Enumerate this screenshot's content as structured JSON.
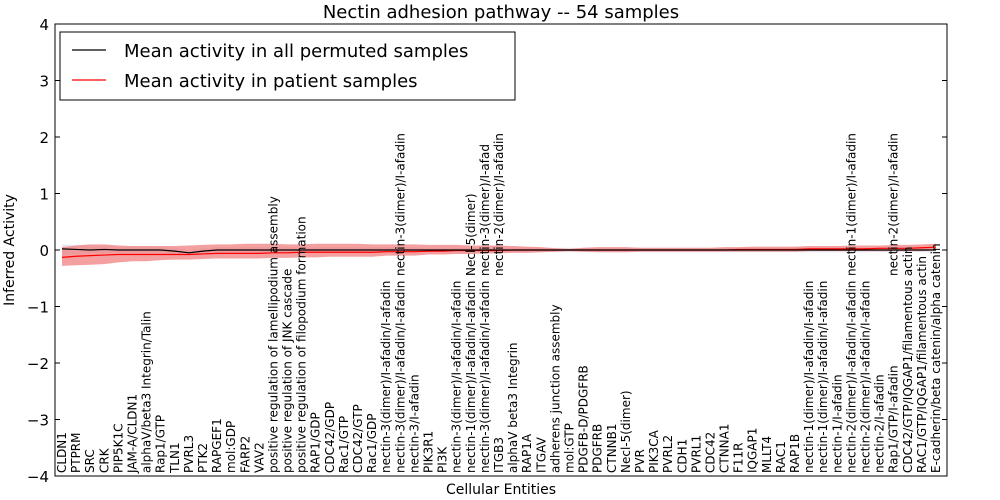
{
  "chart_data": {
    "type": "line",
    "title": "Nectin adhesion pathway -- 54 samples",
    "xlabel": "Cellular Entities",
    "ylabel": "Inferred Activity",
    "ylim": [
      -4,
      4
    ],
    "yticks": [
      -4,
      -3,
      -2,
      -1,
      0,
      1,
      2,
      3,
      4
    ],
    "grid": false,
    "legend_position": "top-left",
    "categories": [
      "CLDN1",
      "PTPRM",
      "SRC",
      "CRK",
      "PIP5K1C",
      "JAM-A/CLDN1",
      "alphaV/beta3 Integrin/Talin",
      "Rap1/GTP",
      "TLN1",
      "PVRL3",
      "PTK2",
      "RAPGEF1",
      "mol:GDP",
      "FARP2",
      "VAV2",
      "positive regulation of lamellipodium assembly",
      "positive regulation of JNK cascade",
      "positive regulation of filopodium formation",
      "RAP1/GDP",
      "CDC42/GDP",
      "Rac1/GTP",
      "CDC42/GTP",
      "Rac1/GDP",
      "nectin-3(dimer)/I-afadin/I-afadin",
      "nectin-3(dimer)/I-afadin/I-afadin",
      "nectin-3/I-afadin",
      "PIK3R1",
      "PI3K",
      "nectin-3(dimer)/I-afadin/I-afadin",
      "nectin-1(dimer)/I-afadin/I-afadin",
      "nectin-3(dimer)/I-afadin/I-afadin",
      "ITGB3",
      "alphaV beta3 Integrin",
      "RAP1A",
      "ITGAV",
      "adherens junction assembly",
      "mol:GTP",
      "PDGFB-D/PDGFRB",
      "PDGFRB",
      "CTNNB1",
      "Necl-5(dimer)",
      "PVR",
      "PIK3CA",
      "PVRL2",
      "CDH1",
      "PVRL1",
      "CDC42",
      "CTNNA1",
      "F11R",
      "IQGAP1",
      "MLLT4",
      "RAC1",
      "RAP1B",
      "nectin-1(dimer)/I-afadin/I-afadin",
      "nectin-1(dimer)/I-afadin/I-afadin",
      "nectin-1/I-afadin",
      "nectin-2(dimer)/I-afadin/I-afadin",
      "nectin-2(dimer)/I-afadin/I-afadin",
      "nectin-2/I-afadin",
      "Rap1/GTP/I-afadin",
      "CDC42/GTP/IQGAP1/filamentous actin",
      "RAC1/GTP/IQGAP1/filamentous actin",
      "E-cadherin/beta catenin/alpha catenin"
    ],
    "upper_labels": [
      {
        "index": 24,
        "text": "nectin-3(dimer)/I-afadin"
      },
      {
        "index": 29,
        "text": "Necl-5(dimer)"
      },
      {
        "index": 30,
        "text": "nectin-3(dimer)/I-afad"
      },
      {
        "index": 31,
        "text": "nectin-2(dimer)/I-afadin"
      },
      {
        "index": 56,
        "text": "nectin-1(dimer)/I-afadin"
      },
      {
        "index": 59,
        "text": "nectin-2(dimer)/I-afadin"
      }
    ],
    "series": [
      {
        "name": "Mean activity in all permuted samples",
        "color": "#000000",
        "values": [
          0.02,
          0.01,
          0.0,
          0.01,
          0.0,
          0.0,
          0.0,
          0.0,
          -0.02,
          -0.05,
          -0.02,
          0.0,
          0.0,
          0.0,
          0.0,
          0.0,
          0.0,
          0.0,
          0.0,
          0.0,
          0.0,
          0.0,
          0.0,
          0.0,
          0.0,
          0.0,
          0.0,
          0.0,
          0.0,
          0.0,
          0.0,
          0.0,
          0.0,
          0.0,
          0.0,
          0.0,
          0.0,
          0.0,
          0.0,
          0.0,
          0.0,
          0.0,
          0.0,
          0.0,
          0.0,
          0.0,
          0.0,
          0.0,
          0.0,
          0.0,
          0.0,
          0.0,
          0.0,
          0.0,
          0.0,
          0.0,
          0.0,
          0.0,
          0.0,
          0.0,
          0.0,
          0.0,
          0.0
        ],
        "lower": [
          -0.08,
          -0.08,
          -0.07,
          -0.06,
          -0.06,
          -0.06,
          -0.06,
          -0.06,
          -0.08,
          -0.1,
          -0.08,
          -0.06,
          -0.05,
          -0.05,
          -0.05,
          -0.05,
          -0.05,
          -0.05,
          -0.05,
          -0.05,
          -0.05,
          -0.05,
          -0.05,
          -0.05,
          -0.05,
          -0.05,
          -0.04,
          -0.04,
          -0.04,
          -0.04,
          -0.04,
          -0.04,
          -0.04,
          -0.04,
          -0.04,
          -0.04,
          -0.04,
          -0.04,
          -0.04,
          -0.04,
          -0.04,
          -0.04,
          -0.04,
          -0.04,
          -0.04,
          -0.04,
          -0.04,
          -0.04,
          -0.04,
          -0.04,
          -0.04,
          -0.04,
          -0.04,
          -0.04,
          -0.04,
          -0.04,
          -0.04,
          -0.04,
          -0.04,
          -0.04,
          -0.04,
          -0.04,
          -0.04
        ],
        "upper": [
          0.1,
          0.09,
          0.08,
          0.07,
          0.06,
          0.06,
          0.06,
          0.05,
          0.04,
          0.0,
          0.03,
          0.05,
          0.05,
          0.05,
          0.05,
          0.05,
          0.05,
          0.05,
          0.05,
          0.05,
          0.05,
          0.05,
          0.05,
          0.05,
          0.05,
          0.05,
          0.04,
          0.04,
          0.04,
          0.04,
          0.04,
          0.04,
          0.04,
          0.04,
          0.04,
          0.04,
          0.04,
          0.04,
          0.04,
          0.04,
          0.04,
          0.04,
          0.04,
          0.04,
          0.04,
          0.04,
          0.04,
          0.04,
          0.04,
          0.04,
          0.04,
          0.04,
          0.04,
          0.04,
          0.04,
          0.04,
          0.04,
          0.04,
          0.04,
          0.04,
          0.04,
          0.04,
          0.04
        ]
      },
      {
        "name": "Mean activity in patient samples",
        "color": "#ff0000",
        "values": [
          -0.13,
          -0.11,
          -0.1,
          -0.09,
          -0.08,
          -0.08,
          -0.08,
          -0.08,
          -0.08,
          -0.08,
          -0.07,
          -0.06,
          -0.06,
          -0.06,
          -0.06,
          -0.05,
          -0.05,
          -0.04,
          -0.04,
          -0.04,
          -0.04,
          -0.04,
          -0.04,
          -0.03,
          -0.03,
          -0.03,
          -0.02,
          -0.02,
          -0.01,
          -0.01,
          -0.01,
          -0.01,
          0.0,
          0.0,
          0.0,
          0.0,
          0.0,
          0.0,
          0.0,
          0.0,
          0.0,
          0.0,
          0.0,
          0.0,
          0.0,
          0.0,
          0.0,
          0.0,
          0.01,
          0.01,
          0.01,
          0.01,
          0.01,
          0.02,
          0.02,
          0.02,
          0.02,
          0.02,
          0.03,
          0.03,
          0.03,
          0.04,
          0.05
        ],
        "lower": [
          -0.28,
          -0.27,
          -0.26,
          -0.25,
          -0.22,
          -0.2,
          -0.2,
          -0.18,
          -0.17,
          -0.17,
          -0.16,
          -0.15,
          -0.15,
          -0.15,
          -0.15,
          -0.14,
          -0.14,
          -0.13,
          -0.13,
          -0.12,
          -0.12,
          -0.12,
          -0.12,
          -0.1,
          -0.1,
          -0.1,
          -0.08,
          -0.08,
          -0.07,
          -0.07,
          -0.06,
          -0.06,
          -0.05,
          -0.05,
          -0.04,
          -0.03,
          -0.02,
          -0.03,
          -0.04,
          -0.04,
          -0.04,
          -0.03,
          -0.03,
          -0.03,
          -0.03,
          -0.03,
          -0.03,
          -0.03,
          -0.03,
          -0.03,
          -0.03,
          -0.03,
          -0.03,
          -0.02,
          -0.02,
          -0.02,
          -0.02,
          -0.02,
          -0.02,
          -0.02,
          -0.02,
          -0.02,
          -0.01
        ],
        "upper": [
          0.05,
          0.08,
          0.1,
          0.1,
          0.08,
          0.07,
          0.07,
          0.07,
          0.07,
          0.08,
          0.09,
          0.1,
          0.1,
          0.11,
          0.11,
          0.11,
          0.1,
          0.1,
          0.11,
          0.11,
          0.11,
          0.11,
          0.1,
          0.1,
          0.1,
          0.1,
          0.09,
          0.09,
          0.09,
          0.08,
          0.08,
          0.08,
          0.07,
          0.06,
          0.05,
          0.03,
          0.02,
          0.04,
          0.05,
          0.05,
          0.05,
          0.04,
          0.04,
          0.04,
          0.04,
          0.04,
          0.04,
          0.05,
          0.05,
          0.06,
          0.06,
          0.06,
          0.06,
          0.07,
          0.07,
          0.07,
          0.08,
          0.08,
          0.08,
          0.09,
          0.09,
          0.1,
          0.11
        ]
      }
    ]
  }
}
